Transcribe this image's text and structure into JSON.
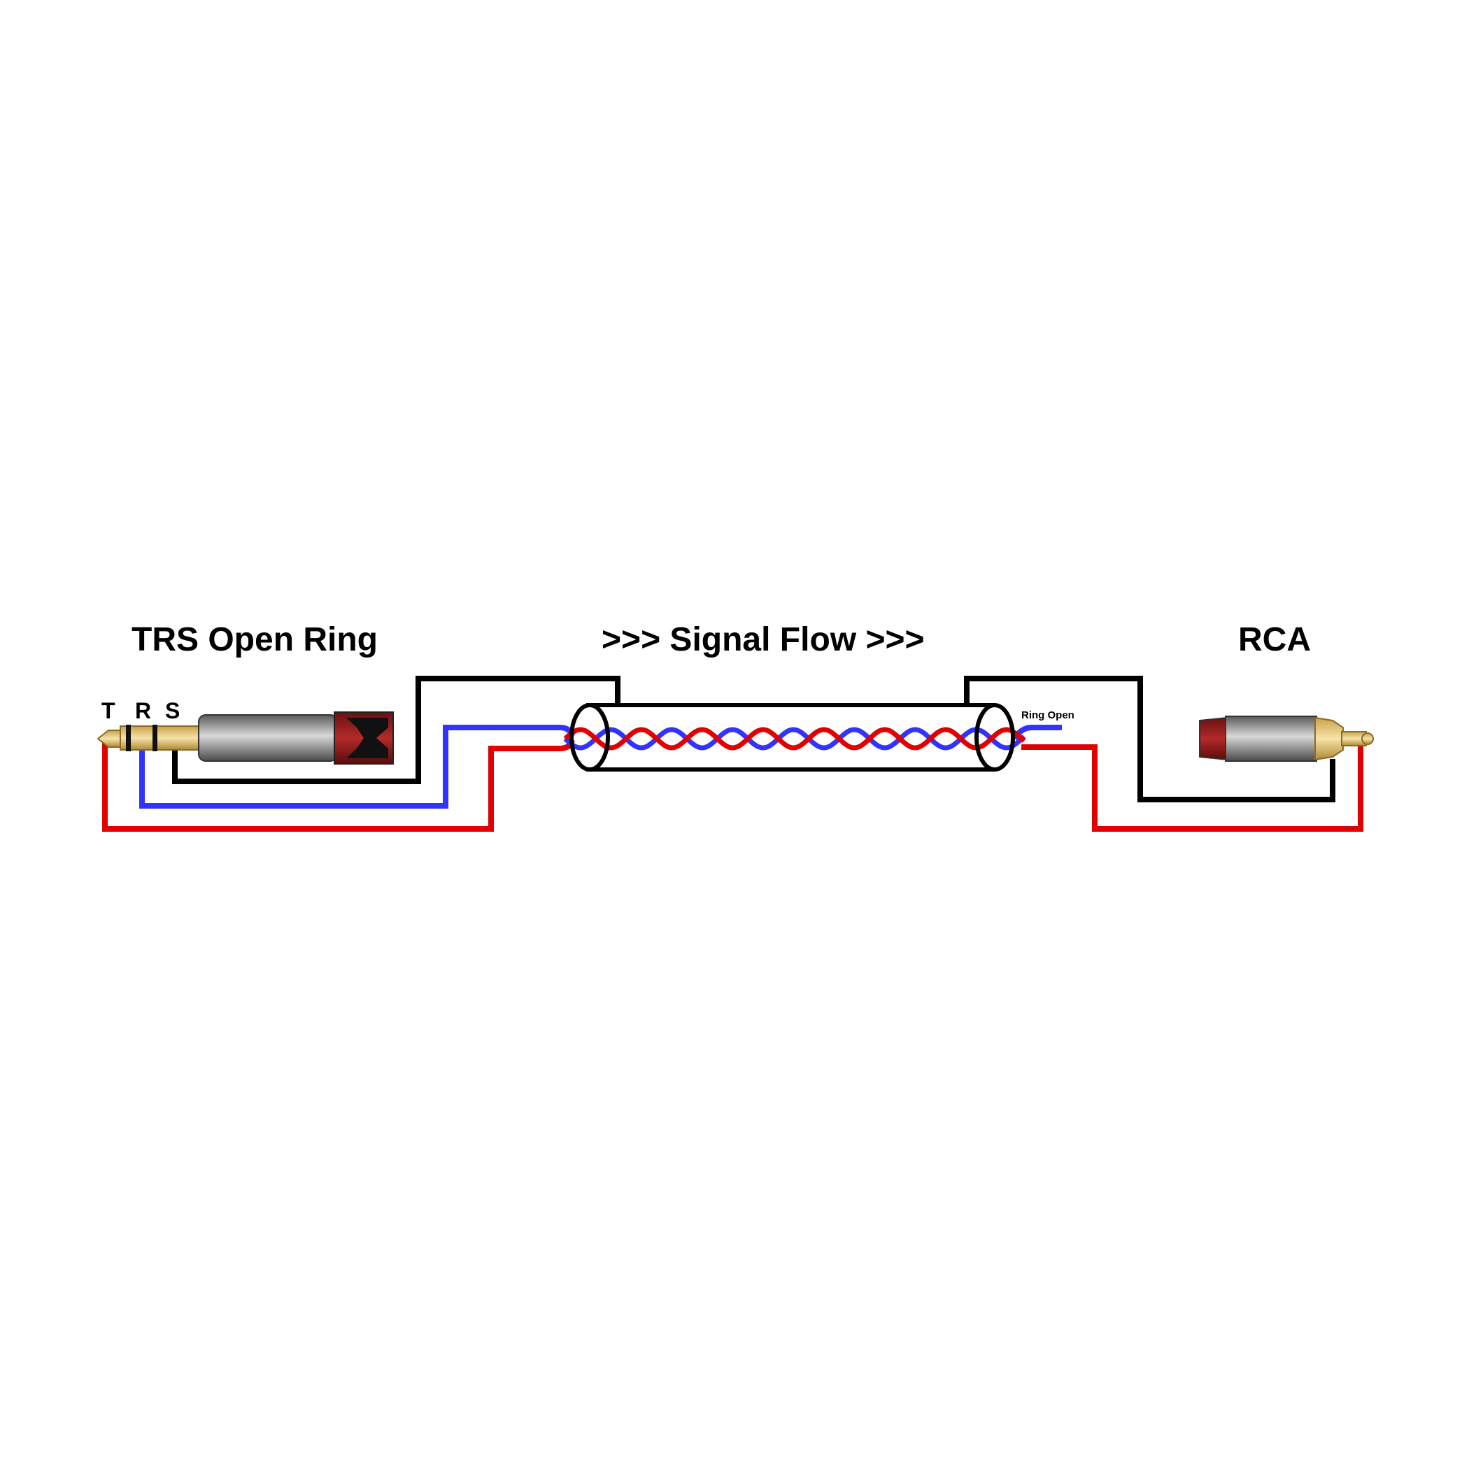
{
  "labels": {
    "trs_title": "TRS Open Ring",
    "flow_title": ">>> Signal Flow >>>",
    "rca_title": "RCA",
    "pin_t": "T",
    "pin_r": "R",
    "pin_s": "S",
    "ring_open": "Ring Open"
  },
  "colors": {
    "tip_wire": "#e00000",
    "ring_wire": "#3333ff",
    "shield_wire": "#000000",
    "connector_red": "#8b1a1a",
    "gold": "#e8c56a"
  }
}
